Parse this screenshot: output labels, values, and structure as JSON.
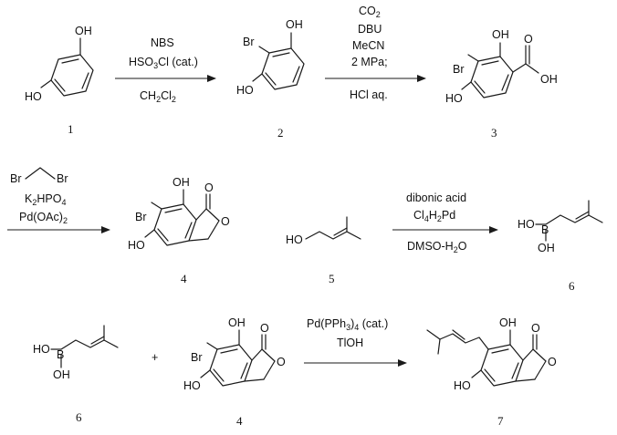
{
  "scheme": {
    "row1": {
      "compound1": {
        "oh_top": "OH",
        "ho_left": "HO",
        "number": "1"
      },
      "step1": {
        "above": [
          "NBS",
          "HSO3Cl (cat.)"
        ],
        "below": "CH2Cl2"
      },
      "compound2": {
        "br": "Br",
        "oh_top": "OH",
        "ho_left": "HO",
        "number": "2"
      },
      "step2": {
        "above": [
          "CO2",
          "DBU",
          "MeCN",
          "2 MPa;"
        ],
        "below": "HCl aq."
      },
      "compound3": {
        "br": "Br",
        "oh_top": "OH",
        "cooh_o": "O",
        "cooh_oh": "OH",
        "ho_left": "HO",
        "number": "3"
      }
    },
    "row2": {
      "step3": {
        "reagent_br_left": "Br",
        "reagent_br_right": "Br",
        "base": "K2HPO4",
        "catalyst": "Pd(OAc)2"
      },
      "compound4": {
        "br": "Br",
        "oh_top": "OH",
        "o_carbonyl": "O",
        "o_ring": "O",
        "ho_left": "HO",
        "number": "4"
      },
      "compound5": {
        "ho": "HO",
        "number": "5"
      },
      "step4": {
        "above": [
          "dibonic acid",
          "Cl4H2Pd"
        ],
        "below": "DMSO-H2O"
      },
      "compound6": {
        "ho": "HO",
        "b": "B",
        "oh": "OH",
        "number": "6"
      }
    },
    "row3": {
      "compound6": {
        "ho": "HO",
        "b": "B",
        "oh": "OH",
        "number": "6"
      },
      "plus": "+",
      "compound4": {
        "br": "Br",
        "oh_top": "OH",
        "o_carbonyl": "O",
        "o_ring": "O",
        "ho_left": "HO",
        "number": "4"
      },
      "step5": {
        "above": [
          "Pd(PPh3)4 (cat.)",
          "TlOH"
        ],
        "below": ""
      },
      "compound7": {
        "oh_top": "OH",
        "o_carbonyl": "O",
        "o_ring": "O",
        "ho_left": "HO",
        "number": "7"
      }
    }
  }
}
